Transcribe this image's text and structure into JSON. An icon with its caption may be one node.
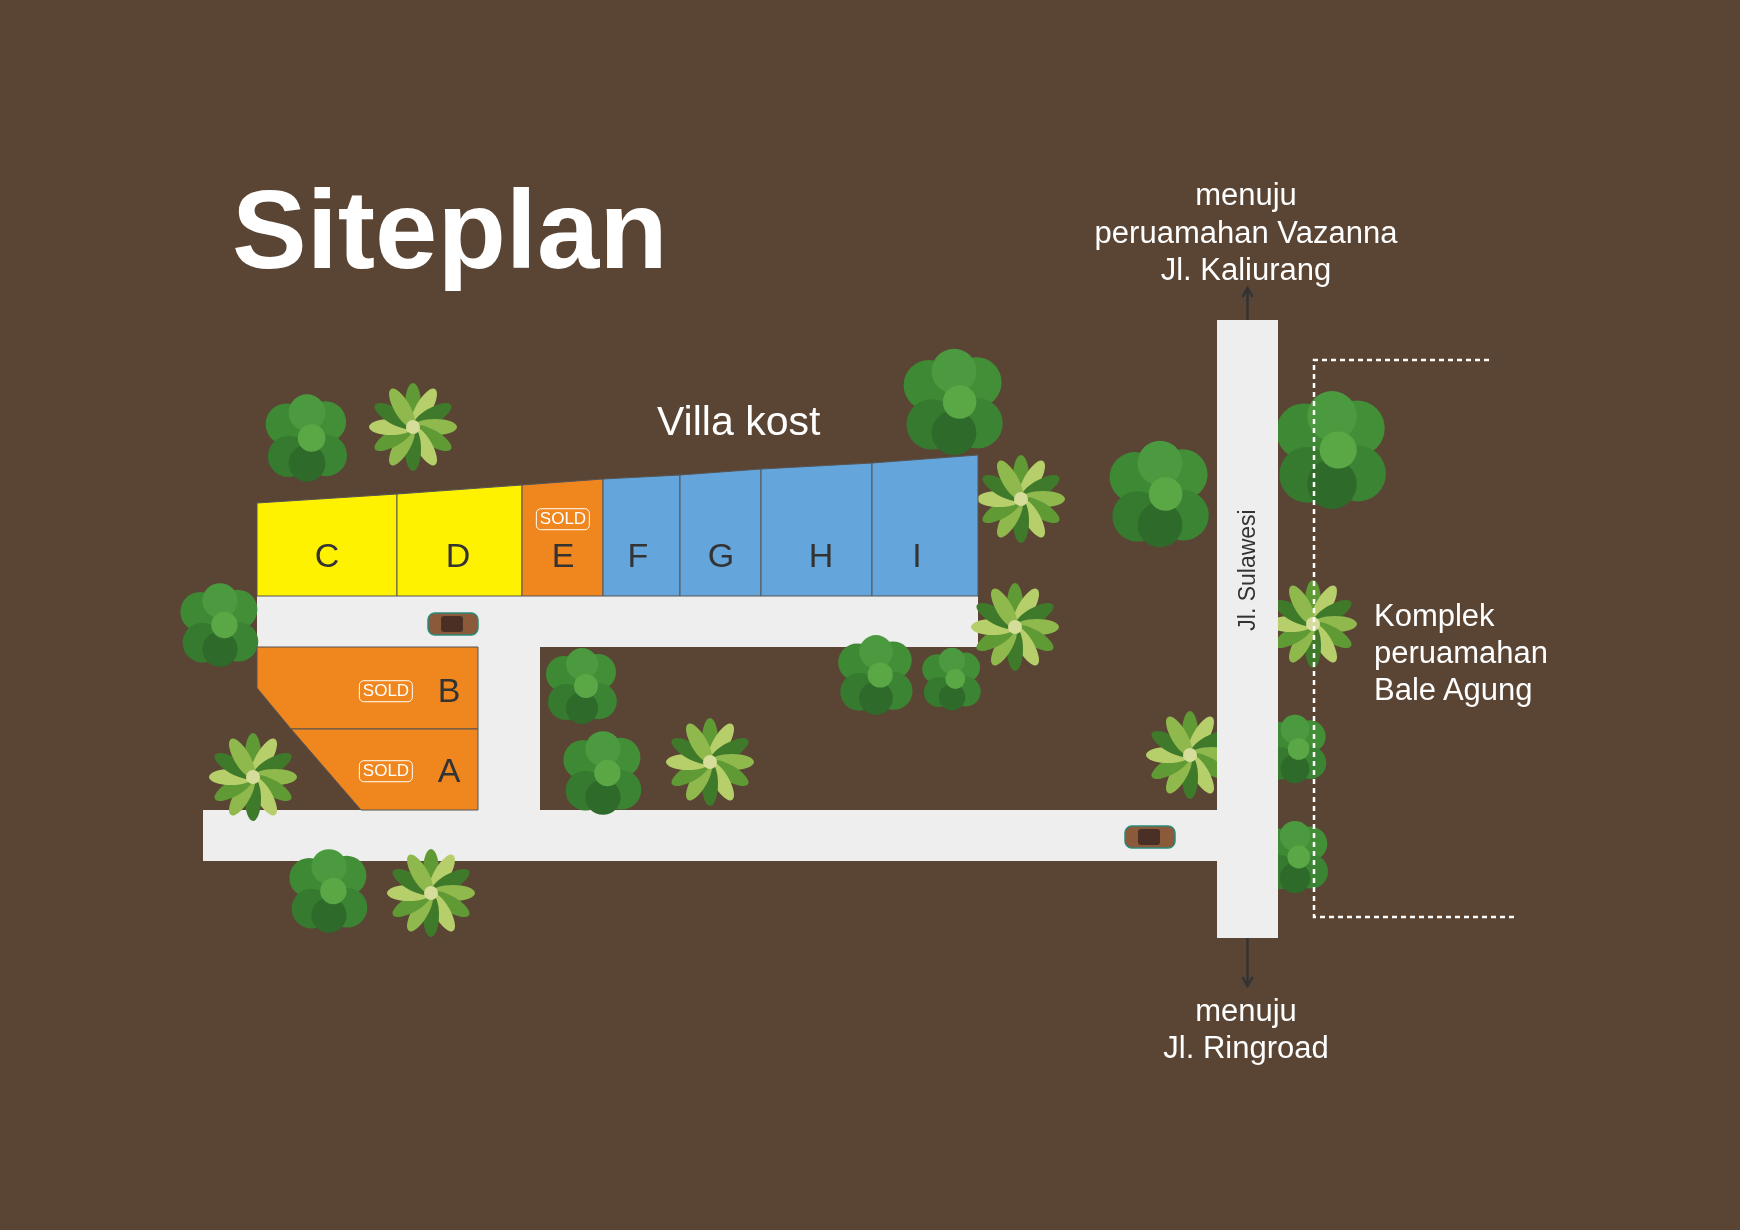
{
  "diagram": {
    "title": "Siteplan",
    "nodes": [
      {
        "text": [
          "menuju",
          "peruamahan Vazanna Jl. Kaliurang"
        ]
      },
      {
        "text": [
          "C"
        ]
      },
      {
        "text": [
          "D"
        ]
      },
      {
        "text": [
          "SOLD",
          "E"
        ]
      },
      {
        "text": [
          "F"
        ]
      },
      {
        "text": [
          "G"
        ]
      },
      {
        "text": [
          "H"
        ]
      },
      {
        "text": [
          "I"
        ]
      },
      {
        "text": [
          "Jl. Sulawesi"
        ]
      },
      {
        "text": [
          "Komplek peruamahan Bale Agung"
        ]
      },
      {
        "text": [
          "SOLD",
          "B"
        ]
      },
      {
        "text": [
          "SOLD",
          "A"
        ]
      },
      {
        "text": [
          "menuju",
          "Jl. Ringroad"
        ]
      }
    ],
    "edges": [
      {
        "from": 8,
        "to": 0,
        "arrow": "to"
      },
      {
        "from": 8,
        "to": 12,
        "arrow": "to"
      }
    ],
    "labels": [
      "Villa kost"
    ]
  }
}
